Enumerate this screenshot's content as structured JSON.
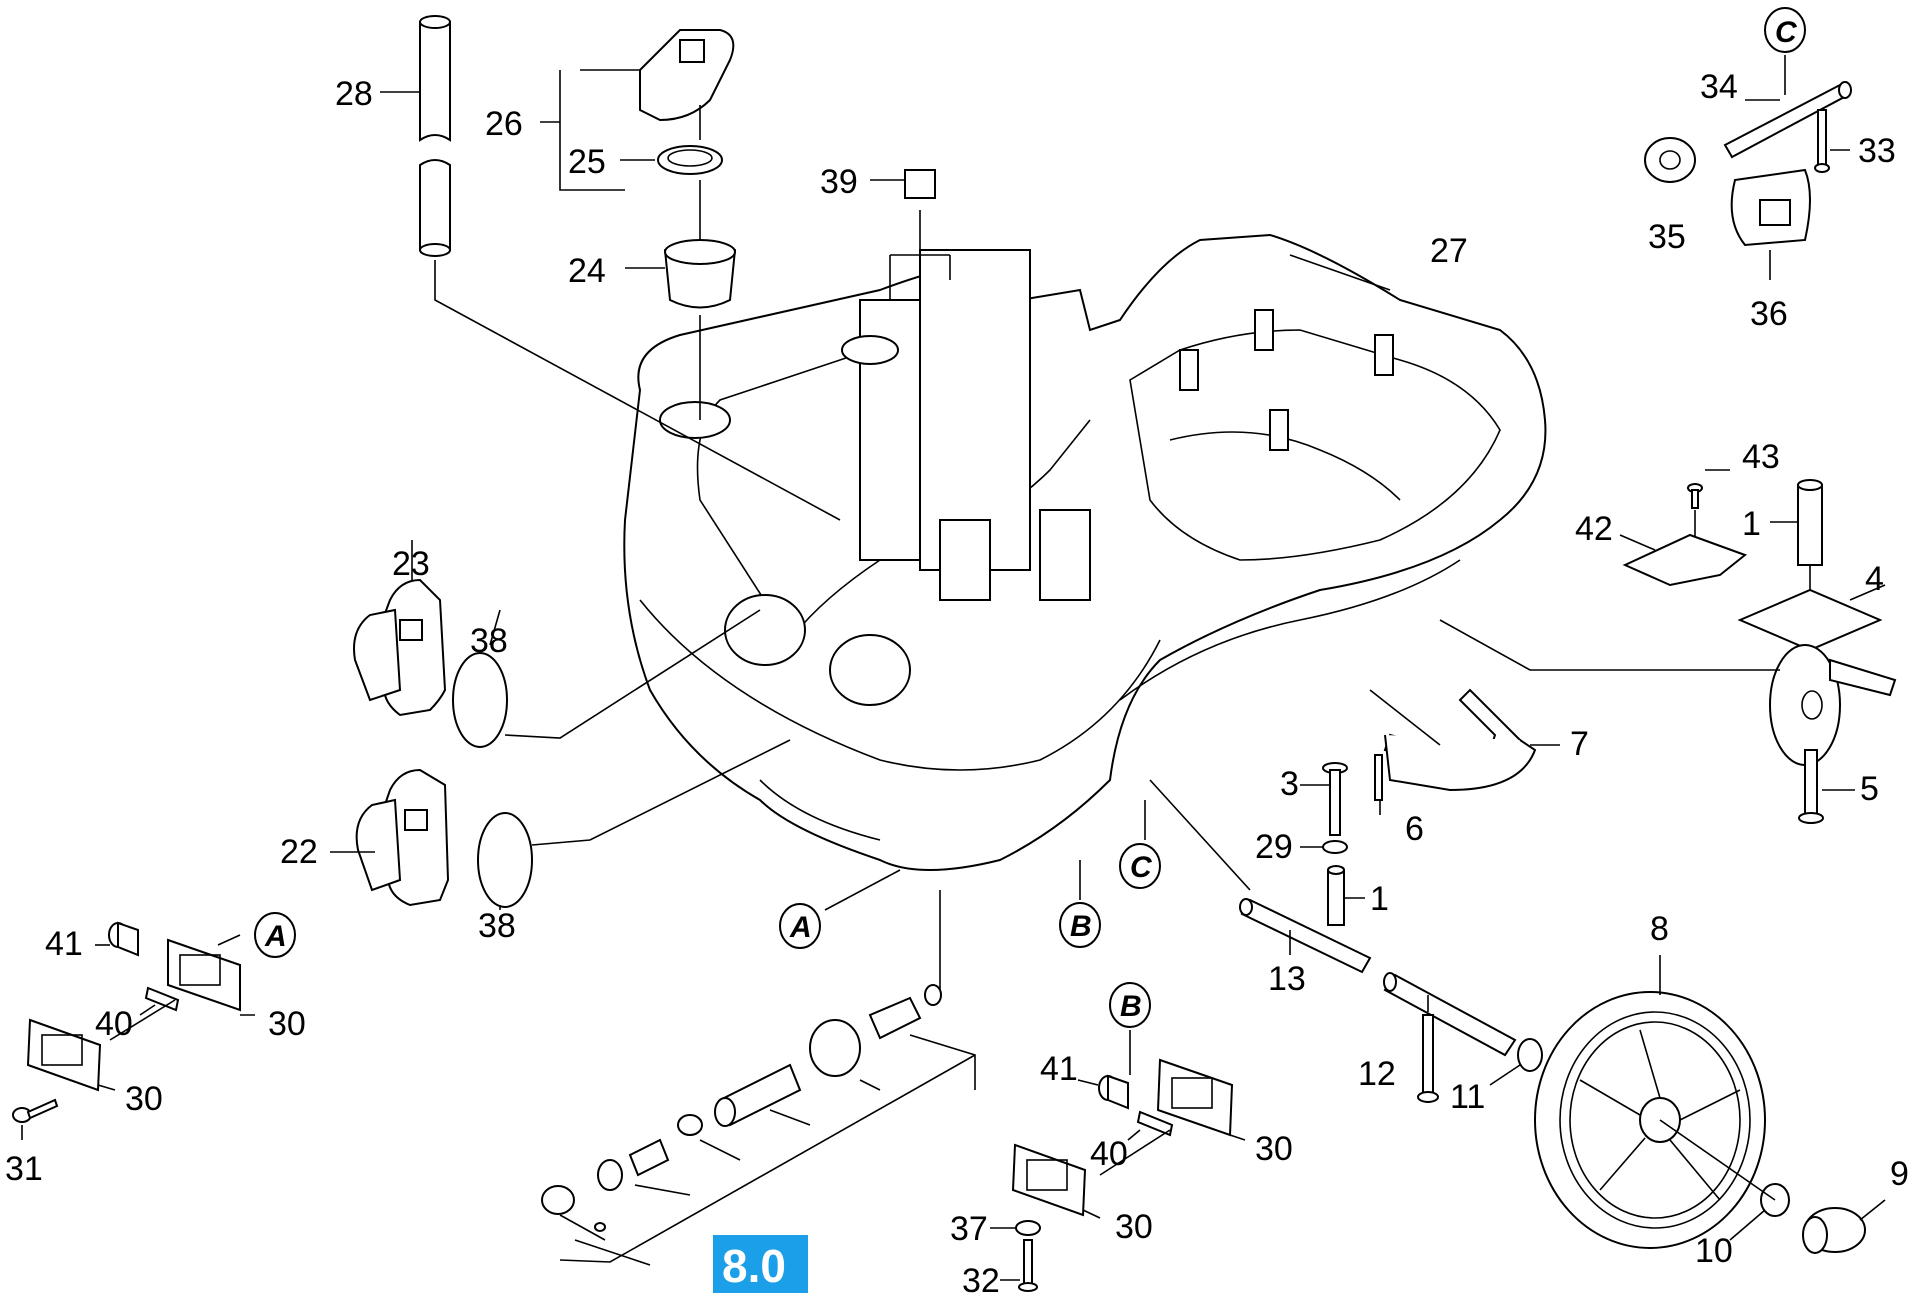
{
  "drawing": {
    "section_badge": "8.0",
    "badge_color": "#1a9fe8",
    "line_color": "#000000",
    "part_numbers": {
      "p28": "28",
      "p26": "26",
      "p25": "25",
      "p24": "24",
      "p39": "39",
      "p27": "27",
      "p34": "34",
      "p33": "33",
      "p35": "35",
      "p36": "36",
      "p43": "43",
      "p42": "42",
      "p1a": "1",
      "p4": "4",
      "p5": "5",
      "p7": "7",
      "p3": "3",
      "p6": "6",
      "p29": "29",
      "p1b": "1",
      "p13": "13",
      "p8": "8",
      "p12": "12",
      "p11": "11",
      "p9": "9",
      "p10": "10",
      "p23": "23",
      "p38a": "38",
      "p22": "22",
      "p38b": "38",
      "p41a": "41",
      "p40a": "40",
      "p30a": "30",
      "p30b": "30",
      "p31": "31",
      "p41b": "41",
      "p40b": "40",
      "p30c": "30",
      "p30d": "30",
      "p37": "37",
      "p32": "32"
    },
    "reference_marks": {
      "c_top": "C",
      "a_left": "A",
      "a_mid": "A",
      "b_mid": "B",
      "c_mid": "C",
      "b_low": "B"
    }
  }
}
